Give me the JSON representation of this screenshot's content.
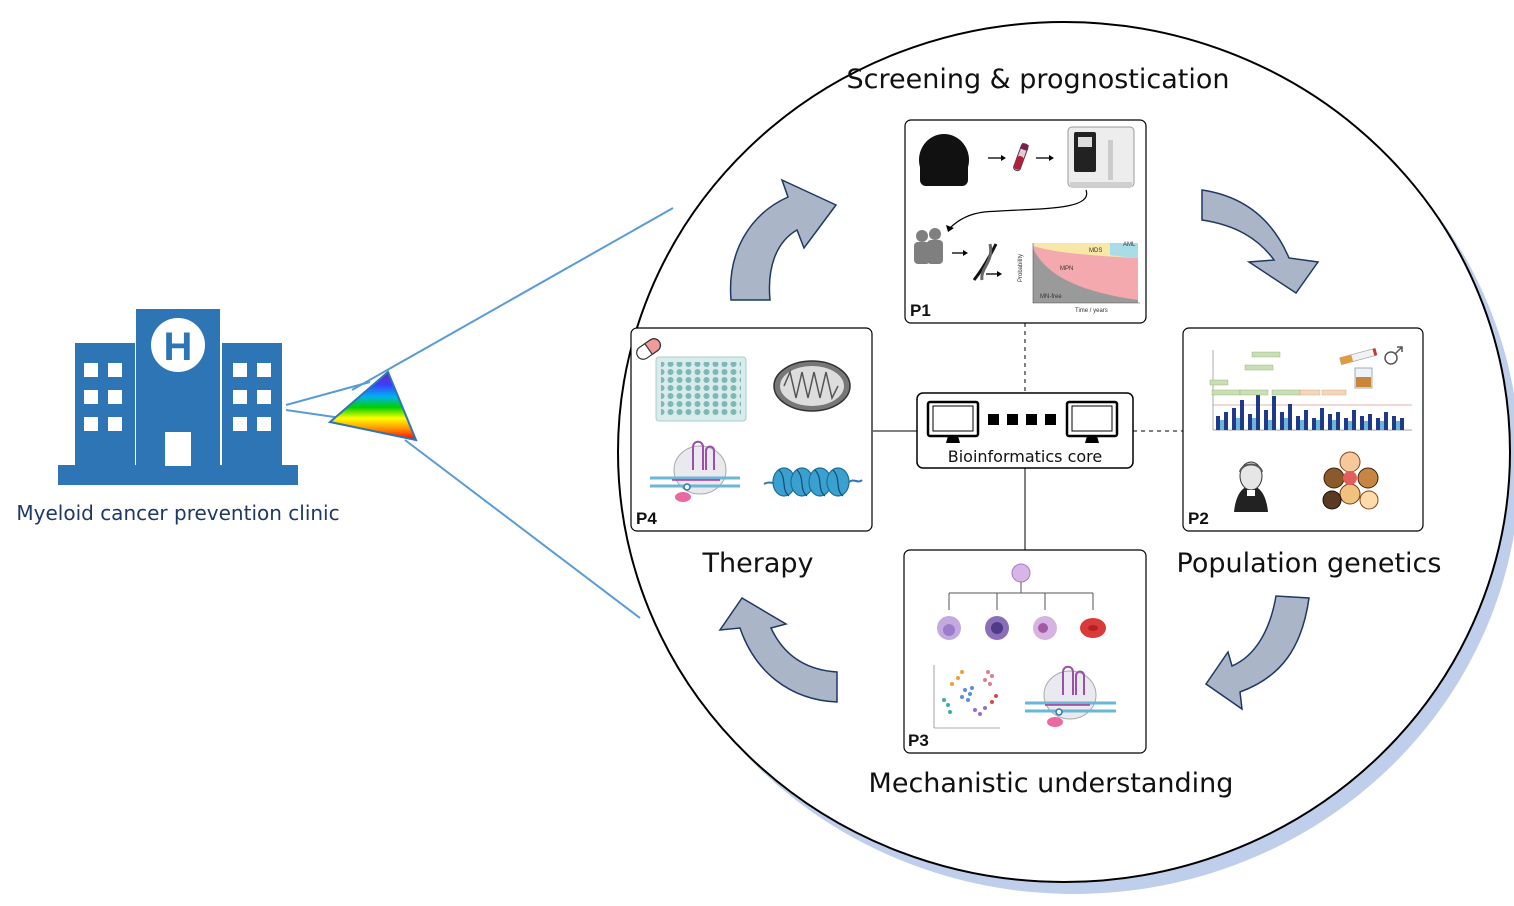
{
  "clinic": {
    "label": "Myeloid cancer prevention clinic",
    "hospital_letter": "H",
    "icon": "hospital-icon",
    "color": "#2e75b6"
  },
  "themes": {
    "screening": "Screening & prognostication",
    "population": "Population genetics",
    "mechanistic": "Mechanistic understanding",
    "therapy": "Therapy"
  },
  "core": {
    "label": "Bioinformatics core",
    "icon": "computer-network-icon"
  },
  "panels": {
    "p1": {
      "tag": "P1",
      "chart_labels": {
        "mds": "MDS",
        "aml": "AML",
        "mpn": "MPN",
        "mn_free": "MN-free",
        "xlabel": "Time / years",
        "ylabel": "Probability"
      },
      "icons": [
        "crowd-icon",
        "blood-tube-icon",
        "blood-analyzer-icon",
        "person-group-icon",
        "dna-icon",
        "stacked-area-chart-icon"
      ]
    },
    "p2": {
      "tag": "P2",
      "icons": [
        "manhattan-plot-icon",
        "cigarette-icon",
        "whisky-glass-icon",
        "male-symbol-icon",
        "mendel-portrait-icon",
        "diverse-faces-icon"
      ]
    },
    "p3": {
      "tag": "P3",
      "icons": [
        "hematopoiesis-tree-icon",
        "tsne-scatter-icon",
        "crispr-cas9-icon"
      ]
    },
    "p4": {
      "tag": "P4",
      "icons": [
        "capsule-icon",
        "well-plate-icon",
        "mitochondrion-icon",
        "crispr-cas9-icon",
        "chromatin-icon"
      ]
    }
  },
  "colors": {
    "arrow_fill": "#aab5c8",
    "arrow_stroke": "#1f3864",
    "circle_shadow": "#b4c7e7",
    "connector_line": "#5b9bd5"
  }
}
